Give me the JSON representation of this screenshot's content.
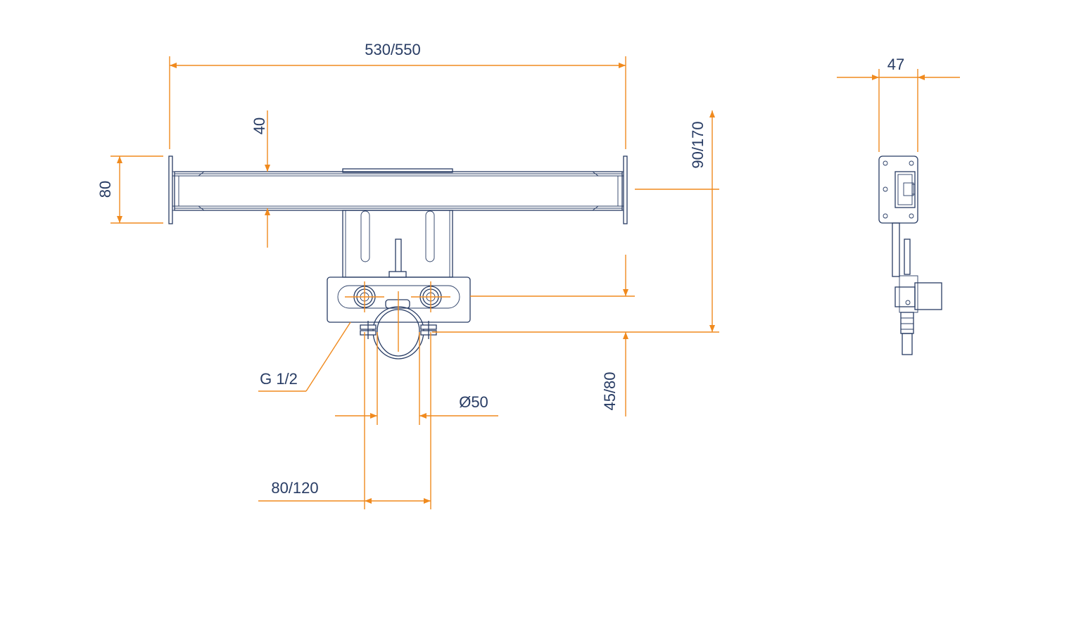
{
  "colors": {
    "dimension_lines": "#f08a1e",
    "part_lines": "#283c64",
    "background": "#ffffff"
  },
  "front_view": {
    "dim_width": "530/550",
    "dim_top_offset": "40",
    "dim_beam_height": "80",
    "dim_bracket_drop": "90/170",
    "dim_clamp_drop": "45/80",
    "dim_thread": "G 1/2",
    "dim_pipe_diameter": "Ø50",
    "dim_pipe_spacing": "80/120"
  },
  "side_view": {
    "dim_depth": "47"
  }
}
